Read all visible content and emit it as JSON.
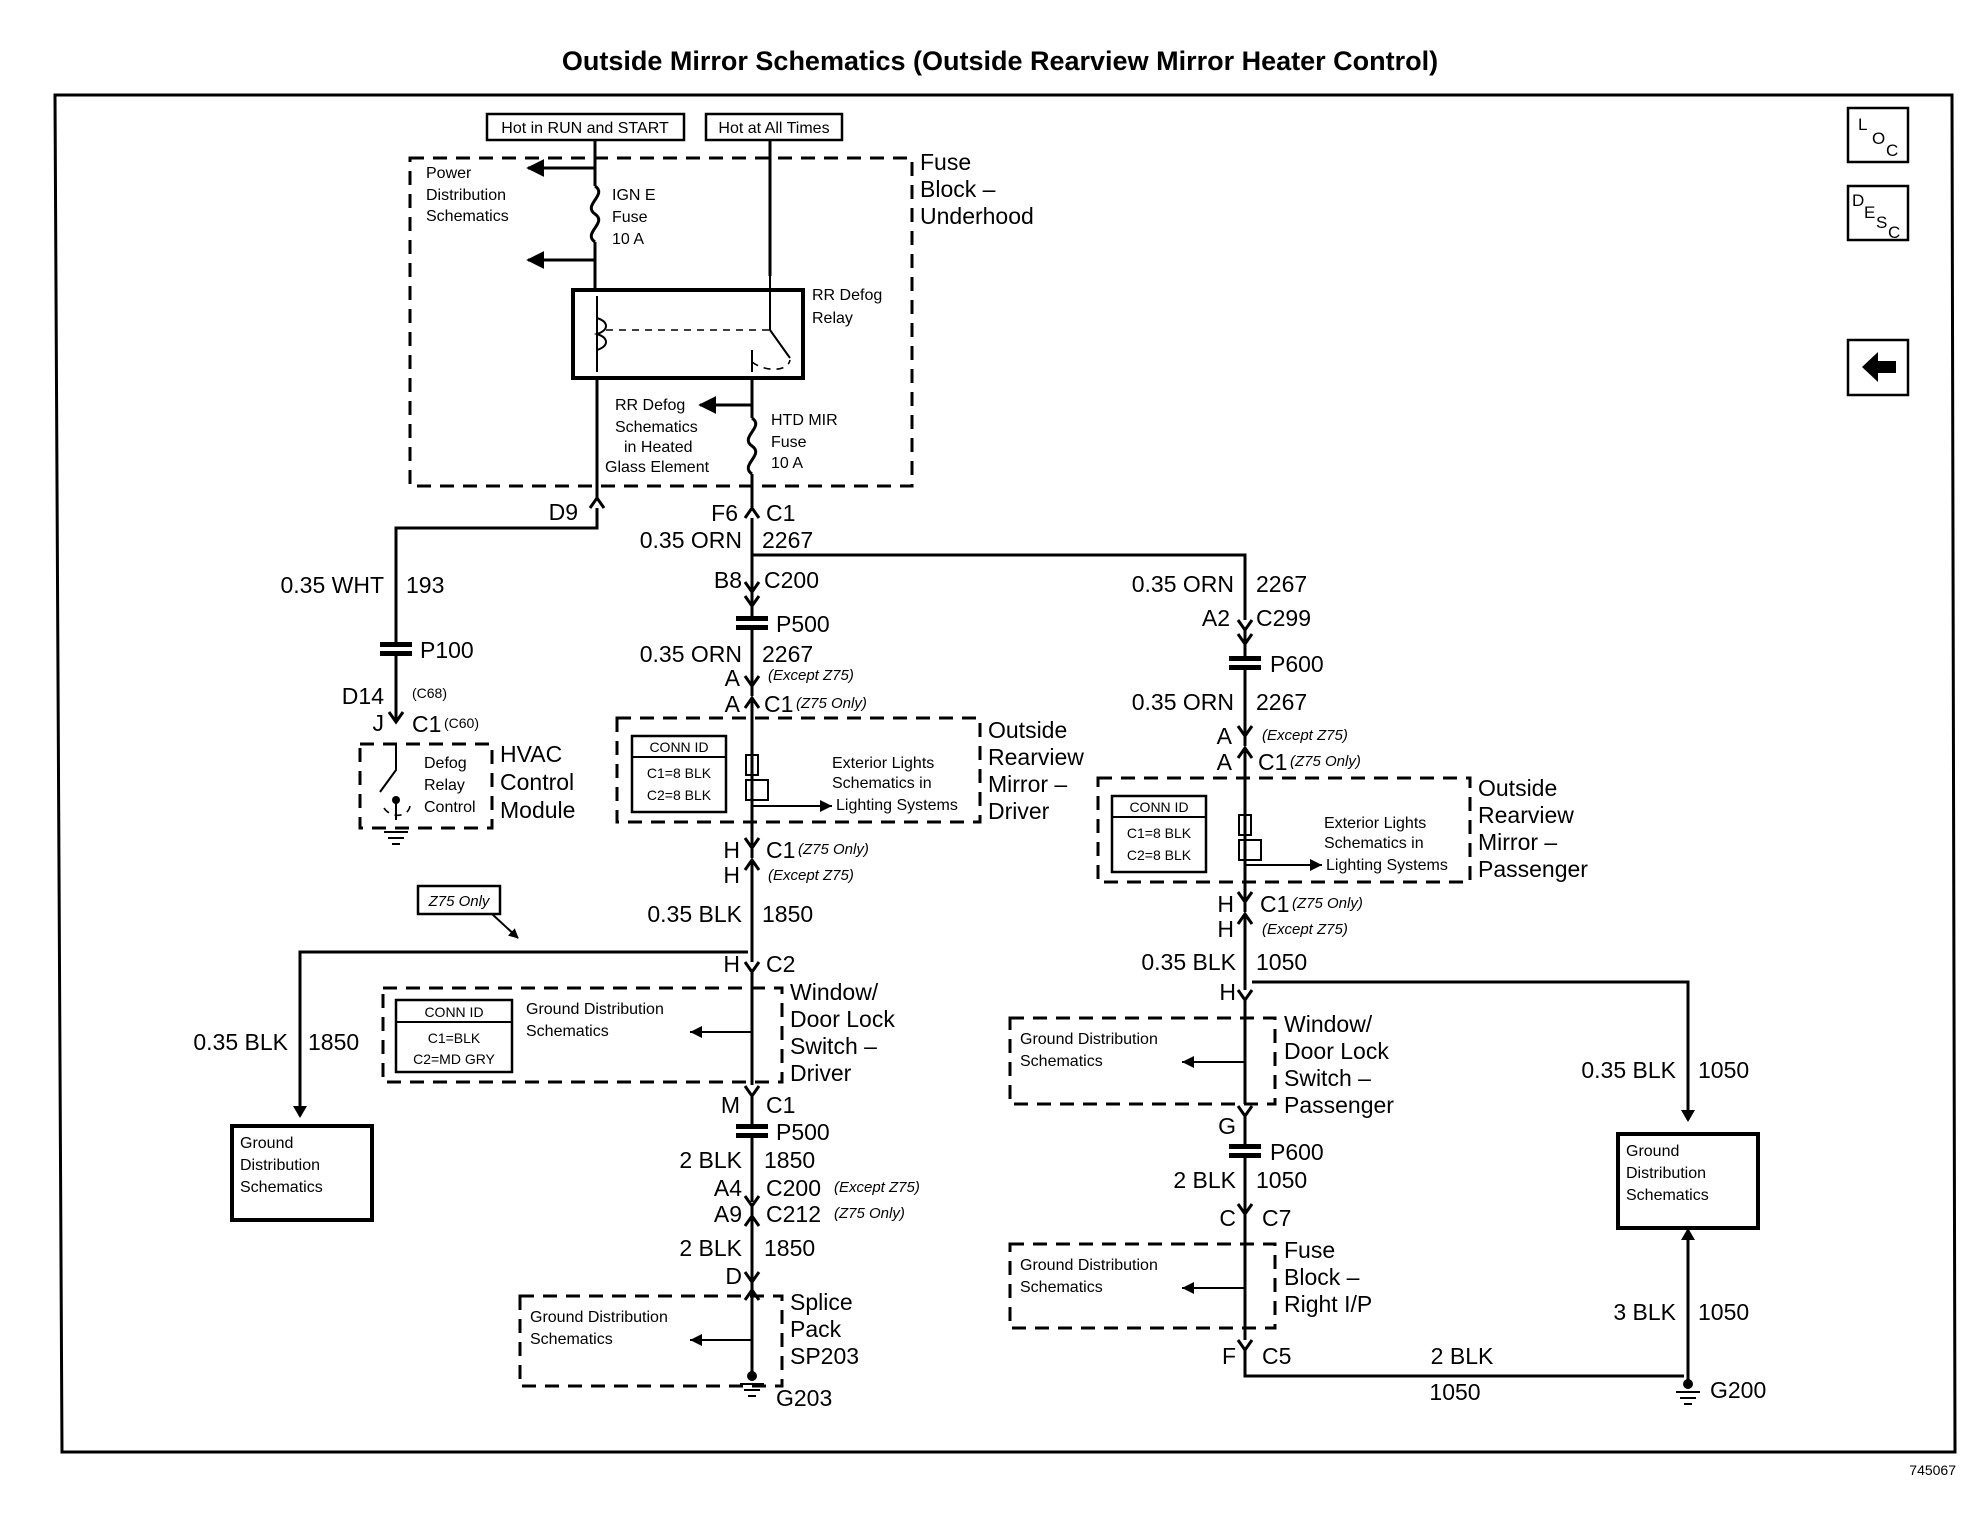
{
  "title": "Outside Mirror Schematics (Outside Rearview Mirror Heater Control)",
  "image_ref": "745067",
  "nav": {
    "loc": {
      "l": "L",
      "o": "O",
      "c": "C"
    },
    "desc": {
      "d": "D",
      "e": "E",
      "s": "S",
      "c": "C"
    },
    "back_glyph": "◀"
  },
  "power": {
    "run_start": "Hot in RUN and START",
    "all_times": "Hot at All Times"
  },
  "fuse_block_underhood": {
    "name": [
      "Fuse",
      "Block –",
      "Underhood"
    ],
    "power_dist": [
      "Power",
      "Distribution",
      "Schematics"
    ],
    "ign_fuse": [
      "IGN E",
      "Fuse",
      "10 A"
    ],
    "relay": [
      "RR Defog",
      "Relay"
    ],
    "rr_defog_ref": [
      "RR Defog",
      "Schematics",
      "in Heated",
      "Glass Element"
    ],
    "htd_fuse": [
      "HTD MIR",
      "Fuse",
      "10 A"
    ]
  },
  "hvac": {
    "pin_d9": "D9",
    "wire_gauge": "0.35 WHT",
    "wire_circuit": "193",
    "p100": "P100",
    "pin_d14": "D14",
    "conn_c68": "(C68)",
    "pin_j": "J",
    "conn_c1": "C1",
    "conn_c60": "(C60)",
    "relay_control": [
      "Defog",
      "Relay",
      "Control"
    ],
    "name": [
      "HVAC",
      "Control",
      "Module"
    ]
  },
  "driver": {
    "pin_f6": "F6",
    "conn_c1_top": "C1",
    "wire_orn": "0.35 ORN",
    "circuit_2267": "2267",
    "pin_b8": "B8",
    "c200": "C200",
    "p500": "P500",
    "wire_orn2": "0.35 ORN",
    "circuit_2267b": "2267",
    "pin_a1": "A",
    "except_z75": "(Except Z75)",
    "pin_a2": "A",
    "c1_z75": "C1",
    "z75_only": "(Z75 Only)",
    "conn_id": [
      "CONN ID",
      "C1=8 BLK",
      "C2=8 BLK"
    ],
    "ext_lights": [
      "Exterior Lights",
      "Schematics in",
      "Lighting Systems"
    ],
    "mirror_name": [
      "Outside",
      "Rearview",
      "Mirror –",
      "Driver"
    ],
    "pin_h1": "H",
    "c1_z75_b": "C1",
    "z75_only_b": "(Z75 Only)",
    "pin_h2": "H",
    "except_z75_b": "(Except Z75)",
    "wire_blk": "0.35 BLK",
    "circuit_1850": "1850",
    "z75_only_tag": "Z75 Only",
    "pin_h_c2": "H",
    "c2": "C2",
    "switch_conn_id": [
      "CONN ID",
      "C1=BLK",
      "C2=MD GRY"
    ],
    "switch_ground": [
      "Ground Distribution",
      "Schematics"
    ],
    "switch_name": [
      "Window/",
      "Door Lock",
      "Switch –",
      "Driver"
    ],
    "left_wire": "0.35 BLK",
    "left_circuit": "1850",
    "left_ground": [
      "Ground",
      "Distribution",
      "Schematics"
    ],
    "pin_m": "M",
    "c1_m": "C1",
    "p500_b": "P500",
    "wire_2blk": "2 BLK",
    "circuit_1850b": "1850",
    "pin_a4": "A4",
    "c200_b": "C200",
    "except_z75_c": "(Except Z75)",
    "pin_a9": "A9",
    "c212": "C212",
    "z75_only_c": "(Z75 Only)",
    "wire_2blk_b": "2 BLK",
    "circuit_1850c": "1850",
    "pin_d": "D",
    "splice_ground": [
      "Ground Distribution",
      "Schematics"
    ],
    "splice_name": [
      "Splice",
      "Pack",
      "SP203"
    ],
    "g203": "G203"
  },
  "passenger": {
    "wire_orn": "0.35 ORN",
    "circuit_2267": "2267",
    "pin_a2": "A2",
    "c299": "C299",
    "p600": "P600",
    "wire_orn2": "0.35 ORN",
    "circuit_2267b": "2267",
    "pin_a1": "A",
    "except_z75": "(Except Z75)",
    "pin_a_b": "A",
    "c1_z75": "C1",
    "z75_only": "(Z75 Only)",
    "conn_id": [
      "CONN ID",
      "C1=8 BLK",
      "C2=8 BLK"
    ],
    "ext_lights": [
      "Exterior Lights",
      "Schematics in",
      "Lighting Systems"
    ],
    "mirror_name": [
      "Outside",
      "Rearview",
      "Mirror –",
      "Passenger"
    ],
    "pin_h1": "H",
    "c1_z75_b": "C1",
    "z75_only_b": "(Z75 Only)",
    "pin_h2": "H",
    "except_z75_b": "(Except Z75)",
    "wire_blk": "0.35 BLK",
    "circuit_1050": "1050",
    "pin_h3": "H",
    "switch_ground": [
      "Ground Distribution",
      "Schematics"
    ],
    "switch_name": [
      "Window/",
      "Door Lock",
      "Switch –",
      "Passenger"
    ],
    "pin_g": "G",
    "p600_b": "P600",
    "wire_2blk": "2 BLK",
    "circuit_1050b": "1050",
    "pin_c": "C",
    "c7": "C7",
    "fuse_ground": [
      "Ground Distribution",
      "Schematics"
    ],
    "fuse_name": [
      "Fuse",
      "Block –",
      "Right I/P"
    ],
    "pin_f": "F",
    "c5": "C5",
    "bottom_wire": "2 BLK",
    "bottom_circuit": "1050",
    "right_wire": "0.35 BLK",
    "right_circuit": "1050",
    "right_ground": [
      "Ground",
      "Distribution",
      "Schematics"
    ],
    "right_wire2": "3 BLK",
    "right_circuit2": "1050",
    "g200": "G200"
  }
}
